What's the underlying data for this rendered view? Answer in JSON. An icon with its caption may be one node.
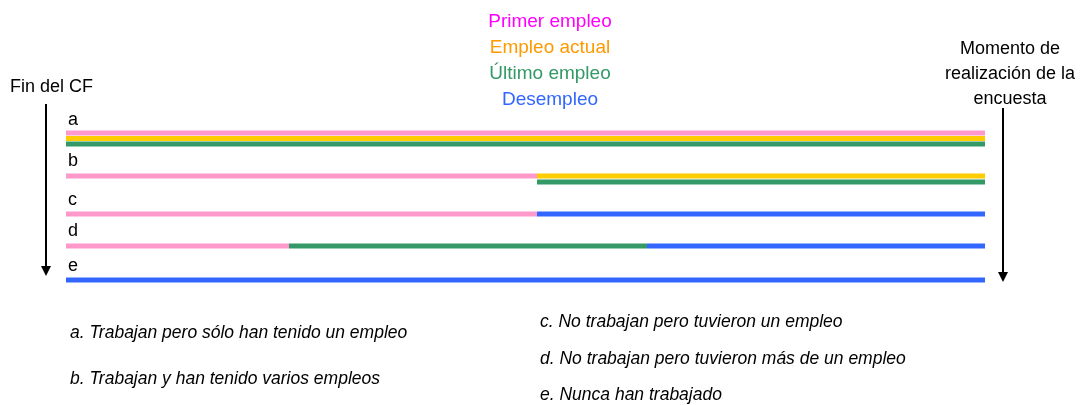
{
  "diagram": {
    "labels": [
      "Fin del CF",
      "Momento de realización de la encuesta",
      "a",
      "b",
      "c",
      "d",
      "e",
      "a. Trabajan pero sólo han tenido un empleo",
      "b. Trabajan y han tenido varios empleos",
      "c. No trabajan pero tuvieron un empleo",
      "d. No trabajan pero tuvieron más de un empleo",
      "e. Nunca han trabajado"
    ],
    "legend": [
      {
        "text": "Primer empleo",
        "color": "#ff00ff"
      },
      {
        "text": "Empleo actual",
        "color": "#ff9900"
      },
      {
        "text": "Último empleo",
        "color": "#339966"
      },
      {
        "text": "Desempleo",
        "color": "#3366ff"
      }
    ]
  }
}
